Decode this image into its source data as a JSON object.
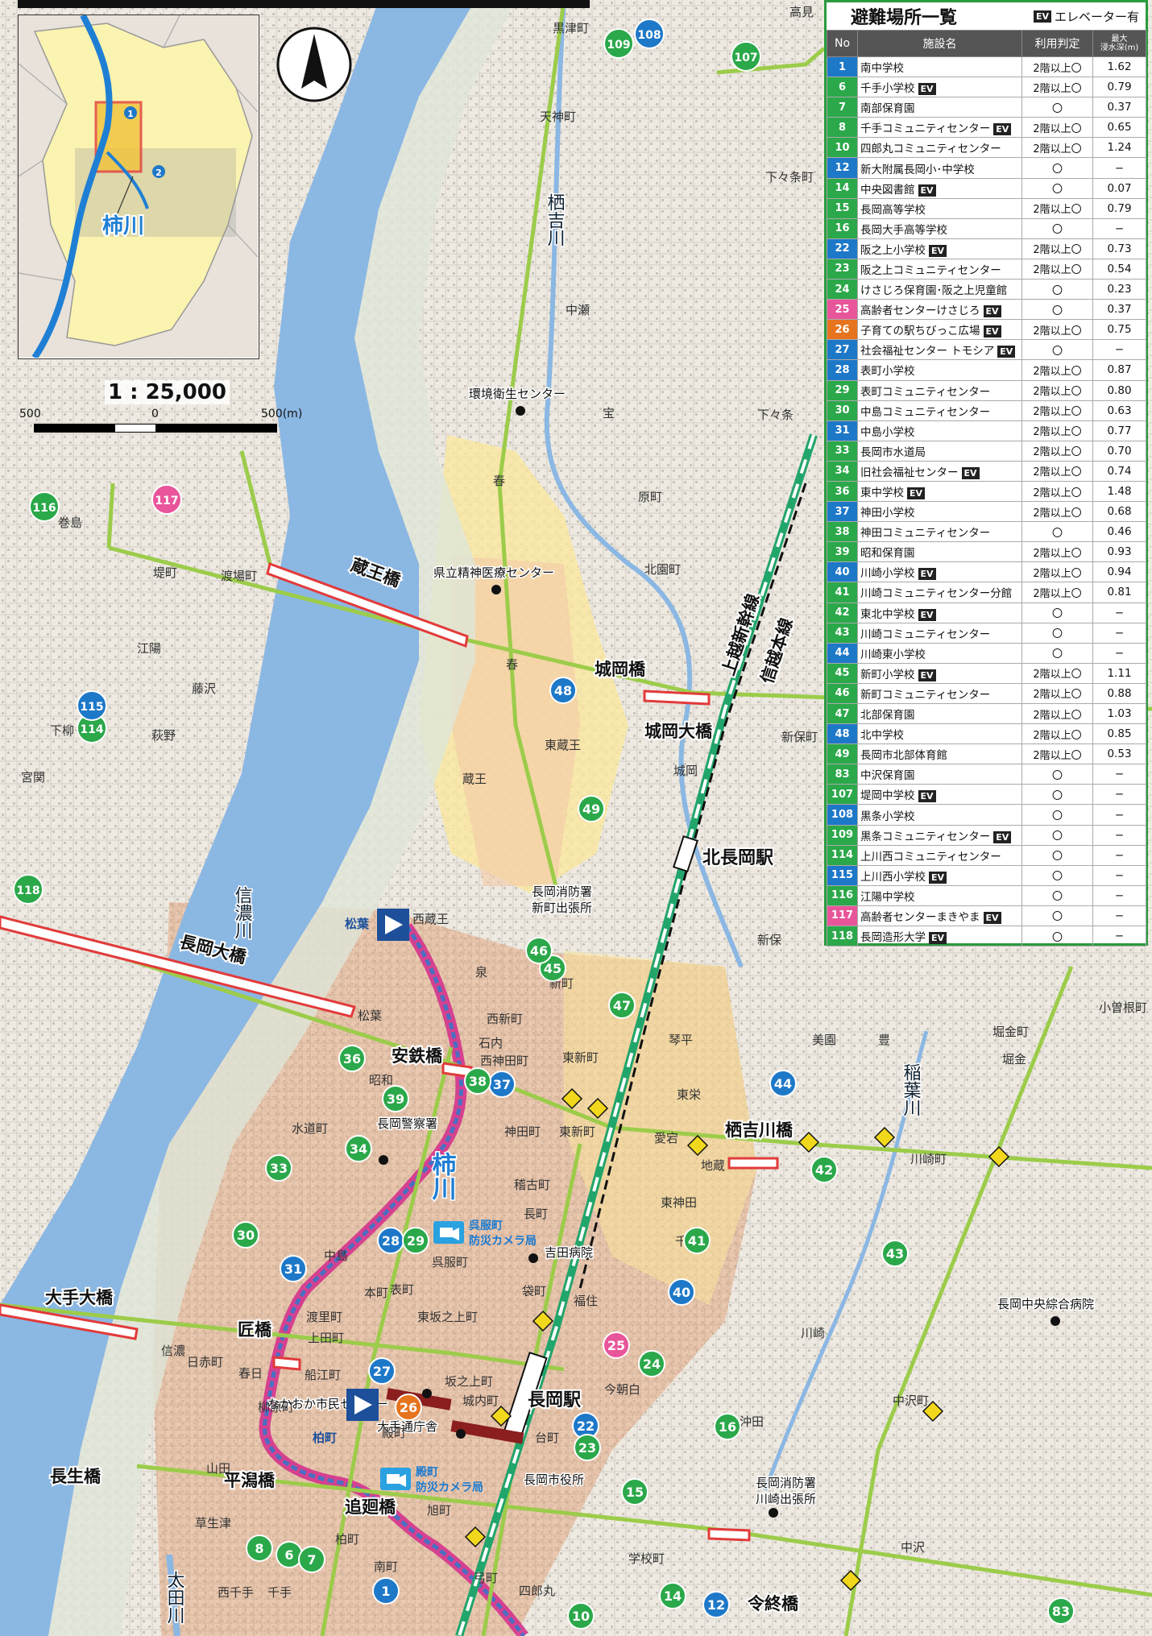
{
  "map": {
    "scale_ratio": "1 : 25,000",
    "scale_left": "500",
    "scale_mid": "0",
    "scale_right": "500(m)",
    "inset_river_label": "柿川",
    "inset_marker_1": "1",
    "inset_marker_2": "2",
    "colors": {
      "river": "#8bb7e3",
      "kaki_river": "#1f7fd4",
      "flood_light": "#fbe79a",
      "flood_mid": "#f3c9a6",
      "flood_deep": "#e8ac86",
      "road": "#9ccc4a",
      "bridge_red": "#e23a3a",
      "shinkansen": "#21a56b"
    },
    "rivers": [
      {
        "name": "信濃川"
      },
      {
        "name": "柿川"
      },
      {
        "name": "栖吉川"
      },
      {
        "name": "稲葉川"
      },
      {
        "name": "太田川"
      }
    ],
    "bridges": [
      {
        "name": "蔵王橋"
      },
      {
        "name": "城岡橋"
      },
      {
        "name": "城岡大橋"
      },
      {
        "name": "長岡大橋"
      },
      {
        "name": "安鉄橋"
      },
      {
        "name": "栖吉川橋"
      },
      {
        "name": "大手大橋"
      },
      {
        "name": "匠橋"
      },
      {
        "name": "平潟橋"
      },
      {
        "name": "追廻橋"
      },
      {
        "name": "長生橋"
      },
      {
        "name": "令終橋"
      }
    ],
    "railways": [
      {
        "name": "上越新幹線"
      },
      {
        "name": "信越本線"
      }
    ],
    "stations": [
      {
        "name": "北長岡駅"
      },
      {
        "name": "長岡駅"
      }
    ],
    "facilities": [
      {
        "name": "環境衛生センター"
      },
      {
        "name": "県立精神医療センター"
      },
      {
        "name": "長岡消防署"
      },
      {
        "name": "新町出張所"
      },
      {
        "name": "長岡警察署"
      },
      {
        "name": "吉田病院"
      },
      {
        "name": "なかおか市民センター"
      },
      {
        "name": "大手通庁舎"
      },
      {
        "name": "長岡市役所"
      },
      {
        "name": "長岡中央綜合病院"
      },
      {
        "name": "長岡消防署"
      },
      {
        "name": "川崎出張所"
      }
    ],
    "cameras": [
      {
        "name": "呉服町"
      },
      {
        "name": "防災カメラ局"
      },
      {
        "name": "殿町"
      },
      {
        "name": "防災カメラ局"
      }
    ],
    "water_gauges": [
      {
        "name": "松葉"
      },
      {
        "name": "柏町"
      }
    ],
    "places": [
      {
        "name": "黒津町"
      },
      {
        "name": "高見"
      },
      {
        "name": "天神町"
      },
      {
        "name": "下々条町"
      },
      {
        "name": "中瀬"
      },
      {
        "name": "宝"
      },
      {
        "name": "下々条"
      },
      {
        "name": "春"
      },
      {
        "name": "原町"
      },
      {
        "name": "北園町"
      },
      {
        "name": "巻島"
      },
      {
        "name": "堤町"
      },
      {
        "name": "渡場町"
      },
      {
        "name": "江陽"
      },
      {
        "name": "藤沢"
      },
      {
        "name": "下柳"
      },
      {
        "name": "萩野"
      },
      {
        "name": "宮関"
      },
      {
        "name": "春"
      },
      {
        "name": "東蔵王"
      },
      {
        "name": "城岡"
      },
      {
        "name": "新保町"
      },
      {
        "name": "蔵王"
      },
      {
        "name": "西蔵王"
      },
      {
        "name": "泉"
      },
      {
        "name": "新町"
      },
      {
        "name": "新保"
      },
      {
        "name": "松葉"
      },
      {
        "name": "西新町"
      },
      {
        "name": "石内"
      },
      {
        "name": "西神田町"
      },
      {
        "name": "東新町"
      },
      {
        "name": "琴平"
      },
      {
        "name": "美園"
      },
      {
        "name": "豊"
      },
      {
        "name": "堀金"
      },
      {
        "name": "堀金町"
      },
      {
        "name": "小曽根町"
      },
      {
        "name": "昭和"
      },
      {
        "name": "東栄"
      },
      {
        "name": "水道町"
      },
      {
        "name": "神田町"
      },
      {
        "name": "東新町"
      },
      {
        "name": "愛宕"
      },
      {
        "name": "地蔵"
      },
      {
        "name": "川崎町"
      },
      {
        "name": "稽古町"
      },
      {
        "name": "東神田"
      },
      {
        "name": "中島"
      },
      {
        "name": "長町"
      },
      {
        "name": "千場"
      },
      {
        "name": "呉服町"
      },
      {
        "name": "本町"
      },
      {
        "name": "表町"
      },
      {
        "name": "東坂之上町"
      },
      {
        "name": "袋町"
      },
      {
        "name": "福住"
      },
      {
        "name": "川崎"
      },
      {
        "name": "渡里町"
      },
      {
        "name": "上田町"
      },
      {
        "name": "信濃"
      },
      {
        "name": "日赤町"
      },
      {
        "name": "春日"
      },
      {
        "name": "坂之上町"
      },
      {
        "name": "今朝白"
      },
      {
        "name": "船江町"
      },
      {
        "name": "城内町"
      },
      {
        "name": "中沢町"
      },
      {
        "name": "柳原町"
      },
      {
        "name": "台町"
      },
      {
        "name": "殿町"
      },
      {
        "name": "沖田"
      },
      {
        "name": "山田"
      },
      {
        "name": "旭町"
      },
      {
        "name": "草生津"
      },
      {
        "name": "柏町"
      },
      {
        "name": "学校町"
      },
      {
        "name": "中沢"
      },
      {
        "name": "南町"
      },
      {
        "name": "弓町"
      },
      {
        "name": "四郎丸"
      },
      {
        "name": "西千手"
      },
      {
        "name": "千手"
      }
    ],
    "markers": [
      {
        "id": "1",
        "kind": "blue"
      },
      {
        "id": "6",
        "kind": "green"
      },
      {
        "id": "7",
        "kind": "green"
      },
      {
        "id": "8",
        "kind": "green"
      },
      {
        "id": "10",
        "kind": "green"
      },
      {
        "id": "12",
        "kind": "blue"
      },
      {
        "id": "14",
        "kind": "green"
      },
      {
        "id": "15",
        "kind": "green"
      },
      {
        "id": "16",
        "kind": "green"
      },
      {
        "id": "22",
        "kind": "blue"
      },
      {
        "id": "23",
        "kind": "green"
      },
      {
        "id": "24",
        "kind": "green"
      },
      {
        "id": "25",
        "kind": "pink"
      },
      {
        "id": "26",
        "kind": "orange"
      },
      {
        "id": "27",
        "kind": "blue"
      },
      {
        "id": "28",
        "kind": "blue"
      },
      {
        "id": "29",
        "kind": "green"
      },
      {
        "id": "30",
        "kind": "green"
      },
      {
        "id": "31",
        "kind": "blue"
      },
      {
        "id": "33",
        "kind": "green"
      },
      {
        "id": "34",
        "kind": "green"
      },
      {
        "id": "36",
        "kind": "green"
      },
      {
        "id": "37",
        "kind": "blue"
      },
      {
        "id": "38",
        "kind": "green"
      },
      {
        "id": "39",
        "kind": "green"
      },
      {
        "id": "40",
        "kind": "blue"
      },
      {
        "id": "41",
        "kind": "green"
      },
      {
        "id": "42",
        "kind": "green"
      },
      {
        "id": "43",
        "kind": "green"
      },
      {
        "id": "44",
        "kind": "blue"
      },
      {
        "id": "45",
        "kind": "green"
      },
      {
        "id": "46",
        "kind": "green"
      },
      {
        "id": "47",
        "kind": "green"
      },
      {
        "id": "48",
        "kind": "blue"
      },
      {
        "id": "49",
        "kind": "green"
      },
      {
        "id": "83",
        "kind": "green"
      },
      {
        "id": "107",
        "kind": "green"
      },
      {
        "id": "108",
        "kind": "blue"
      },
      {
        "id": "109",
        "kind": "green"
      },
      {
        "id": "114",
        "kind": "green"
      },
      {
        "id": "115",
        "kind": "blue"
      },
      {
        "id": "116",
        "kind": "green"
      },
      {
        "id": "117",
        "kind": "pink"
      },
      {
        "id": "118",
        "kind": "green"
      }
    ]
  },
  "legend": {
    "title": "避難場所一覧",
    "ev_badge": "EV",
    "ev_note": "エレベーター有",
    "col_no": "No",
    "col_name": "施設名",
    "col_judge": "利用判定",
    "col_depth_1": "最大",
    "col_depth_2": "浸水深(m)",
    "rows": [
      {
        "no": "1",
        "color": "blue",
        "name": "南中学校",
        "ev": false,
        "judge": "2階以上〇",
        "depth": "1.62"
      },
      {
        "no": "6",
        "color": "green",
        "name": "千手小学校",
        "ev": true,
        "judge": "2階以上〇",
        "depth": "0.79"
      },
      {
        "no": "7",
        "color": "green",
        "name": "南部保育園",
        "ev": false,
        "judge": "〇",
        "depth": "0.37"
      },
      {
        "no": "8",
        "color": "green",
        "name": "千手コミュニティセンター",
        "ev": true,
        "judge": "2階以上〇",
        "depth": "0.65"
      },
      {
        "no": "10",
        "color": "green",
        "name": "四郎丸コミュニティセンター",
        "ev": false,
        "judge": "2階以上〇",
        "depth": "1.24"
      },
      {
        "no": "12",
        "color": "blue",
        "name": "新大附属長岡小･中学校",
        "ev": false,
        "judge": "〇",
        "depth": "−"
      },
      {
        "no": "14",
        "color": "green",
        "name": "中央図書館",
        "ev": true,
        "judge": "〇",
        "depth": "0.07"
      },
      {
        "no": "15",
        "color": "green",
        "name": "長岡高等学校",
        "ev": false,
        "judge": "2階以上〇",
        "depth": "0.79"
      },
      {
        "no": "16",
        "color": "green",
        "name": "長岡大手高等学校",
        "ev": false,
        "judge": "〇",
        "depth": "−"
      },
      {
        "no": "22",
        "color": "blue",
        "name": "阪之上小学校",
        "ev": true,
        "judge": "2階以上〇",
        "depth": "0.73"
      },
      {
        "no": "23",
        "color": "green",
        "name": "阪之上コミュニティセンター",
        "ev": false,
        "judge": "2階以上〇",
        "depth": "0.54"
      },
      {
        "no": "24",
        "color": "green",
        "name": "けさじろ保育園･阪之上児童館",
        "ev": false,
        "judge": "〇",
        "depth": "0.23"
      },
      {
        "no": "25",
        "color": "pink",
        "name": "高齢者センターけさじろ",
        "ev": true,
        "judge": "〇",
        "depth": "0.37"
      },
      {
        "no": "26",
        "color": "orange",
        "name": "子育ての駅ちびっこ広場",
        "ev": true,
        "judge": "2階以上〇",
        "depth": "0.75"
      },
      {
        "no": "27",
        "color": "blue",
        "name": "社会福祉センター トモシア",
        "ev": true,
        "judge": "〇",
        "depth": "−"
      },
      {
        "no": "28",
        "color": "blue",
        "name": "表町小学校",
        "ev": false,
        "judge": "2階以上〇",
        "depth": "0.87"
      },
      {
        "no": "29",
        "color": "green",
        "name": "表町コミュニティセンター",
        "ev": false,
        "judge": "2階以上〇",
        "depth": "0.80"
      },
      {
        "no": "30",
        "color": "green",
        "name": "中島コミュニティセンター",
        "ev": false,
        "judge": "2階以上〇",
        "depth": "0.63"
      },
      {
        "no": "31",
        "color": "blue",
        "name": "中島小学校",
        "ev": false,
        "judge": "2階以上〇",
        "depth": "0.77"
      },
      {
        "no": "33",
        "color": "green",
        "name": "長岡市水道局",
        "ev": false,
        "judge": "2階以上〇",
        "depth": "0.70"
      },
      {
        "no": "34",
        "color": "green",
        "name": "旧社会福祉センター",
        "ev": true,
        "judge": "2階以上〇",
        "depth": "0.74"
      },
      {
        "no": "36",
        "color": "green",
        "name": "東中学校",
        "ev": true,
        "judge": "2階以上〇",
        "depth": "1.48"
      },
      {
        "no": "37",
        "color": "blue",
        "name": "神田小学校",
        "ev": false,
        "judge": "2階以上〇",
        "depth": "0.68"
      },
      {
        "no": "38",
        "color": "green",
        "name": "神田コミュニティセンター",
        "ev": false,
        "judge": "〇",
        "depth": "0.46"
      },
      {
        "no": "39",
        "color": "green",
        "name": "昭和保育園",
        "ev": false,
        "judge": "2階以上〇",
        "depth": "0.93"
      },
      {
        "no": "40",
        "color": "blue",
        "name": "川崎小学校",
        "ev": true,
        "judge": "2階以上〇",
        "depth": "0.94"
      },
      {
        "no": "41",
        "color": "green",
        "name": "川崎コミュニティセンター分館",
        "ev": false,
        "judge": "2階以上〇",
        "depth": "0.81"
      },
      {
        "no": "42",
        "color": "green",
        "name": "東北中学校",
        "ev": true,
        "judge": "〇",
        "depth": "−"
      },
      {
        "no": "43",
        "color": "green",
        "name": "川崎コミュニティセンター",
        "ev": false,
        "judge": "〇",
        "depth": "−"
      },
      {
        "no": "44",
        "color": "blue",
        "name": "川崎東小学校",
        "ev": false,
        "judge": "〇",
        "depth": "−"
      },
      {
        "no": "45",
        "color": "green",
        "name": "新町小学校",
        "ev": true,
        "judge": "2階以上〇",
        "depth": "1.11"
      },
      {
        "no": "46",
        "color": "green",
        "name": "新町コミュニティセンター",
        "ev": false,
        "judge": "2階以上〇",
        "depth": "0.88"
      },
      {
        "no": "47",
        "color": "green",
        "name": "北部保育園",
        "ev": false,
        "judge": "2階以上〇",
        "depth": "1.03"
      },
      {
        "no": "48",
        "color": "blue",
        "name": "北中学校",
        "ev": false,
        "judge": "2階以上〇",
        "depth": "0.85"
      },
      {
        "no": "49",
        "color": "green",
        "name": "長岡市北部体育館",
        "ev": false,
        "judge": "2階以上〇",
        "depth": "0.53"
      },
      {
        "no": "83",
        "color": "green",
        "name": "中沢保育園",
        "ev": false,
        "judge": "〇",
        "depth": "−"
      },
      {
        "no": "107",
        "color": "green",
        "name": "堤岡中学校",
        "ev": true,
        "judge": "〇",
        "depth": "−"
      },
      {
        "no": "108",
        "color": "blue",
        "name": "黒条小学校",
        "ev": false,
        "judge": "〇",
        "depth": "−"
      },
      {
        "no": "109",
        "color": "green",
        "name": "黒条コミュニティセンター",
        "ev": true,
        "judge": "〇",
        "depth": "−"
      },
      {
        "no": "114",
        "color": "green",
        "name": "上川西コミュニティセンター",
        "ev": false,
        "judge": "〇",
        "depth": "−"
      },
      {
        "no": "115",
        "color": "blue",
        "name": "上川西小学校",
        "ev": true,
        "judge": "〇",
        "depth": "−"
      },
      {
        "no": "116",
        "color": "green",
        "name": "江陽中学校",
        "ev": false,
        "judge": "〇",
        "depth": "−"
      },
      {
        "no": "117",
        "color": "pink",
        "name": "高齢者センターまきやま",
        "ev": true,
        "judge": "〇",
        "depth": "−"
      },
      {
        "no": "118",
        "color": "green",
        "name": "長岡造形大学",
        "ev": true,
        "judge": "〇",
        "depth": "−"
      }
    ]
  }
}
